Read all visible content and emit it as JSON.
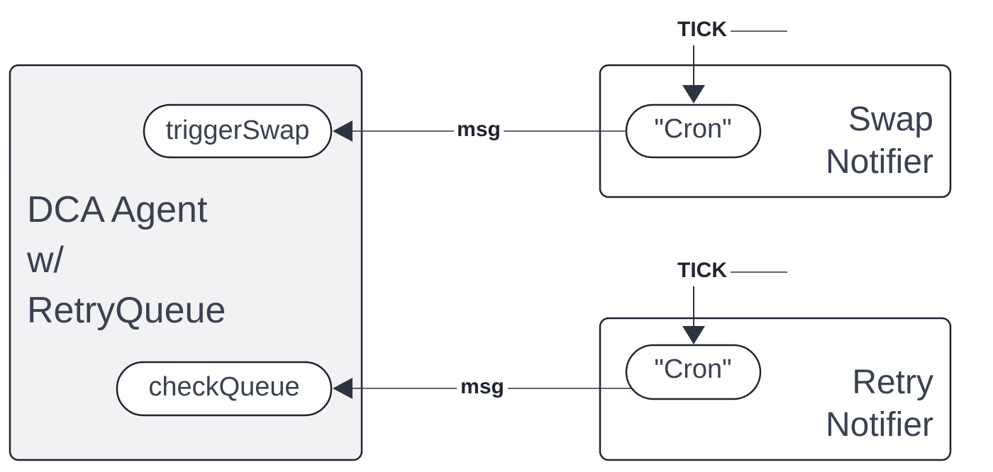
{
  "agent": {
    "title_lines": [
      "DCA Agent",
      "w/",
      "RetryQueue"
    ],
    "methods": {
      "trigger": "triggerSwap",
      "check": "checkQueue"
    }
  },
  "swap_notifier": {
    "title_lines": [
      "Swap",
      "Notifier"
    ],
    "pill": "\"Cron\"",
    "tick": "TICK",
    "edge_label": "msg"
  },
  "retry_notifier": {
    "title_lines": [
      "Retry",
      "Notifier"
    ],
    "pill": "\"Cron\"",
    "tick": "TICK",
    "edge_label": "msg"
  },
  "colors": {
    "stroke": "#1f2430",
    "agent_fill": "#f2f2f4",
    "notifier_fill": "#ffffff",
    "text": "#3a4150",
    "arrow": "#2d3340"
  }
}
